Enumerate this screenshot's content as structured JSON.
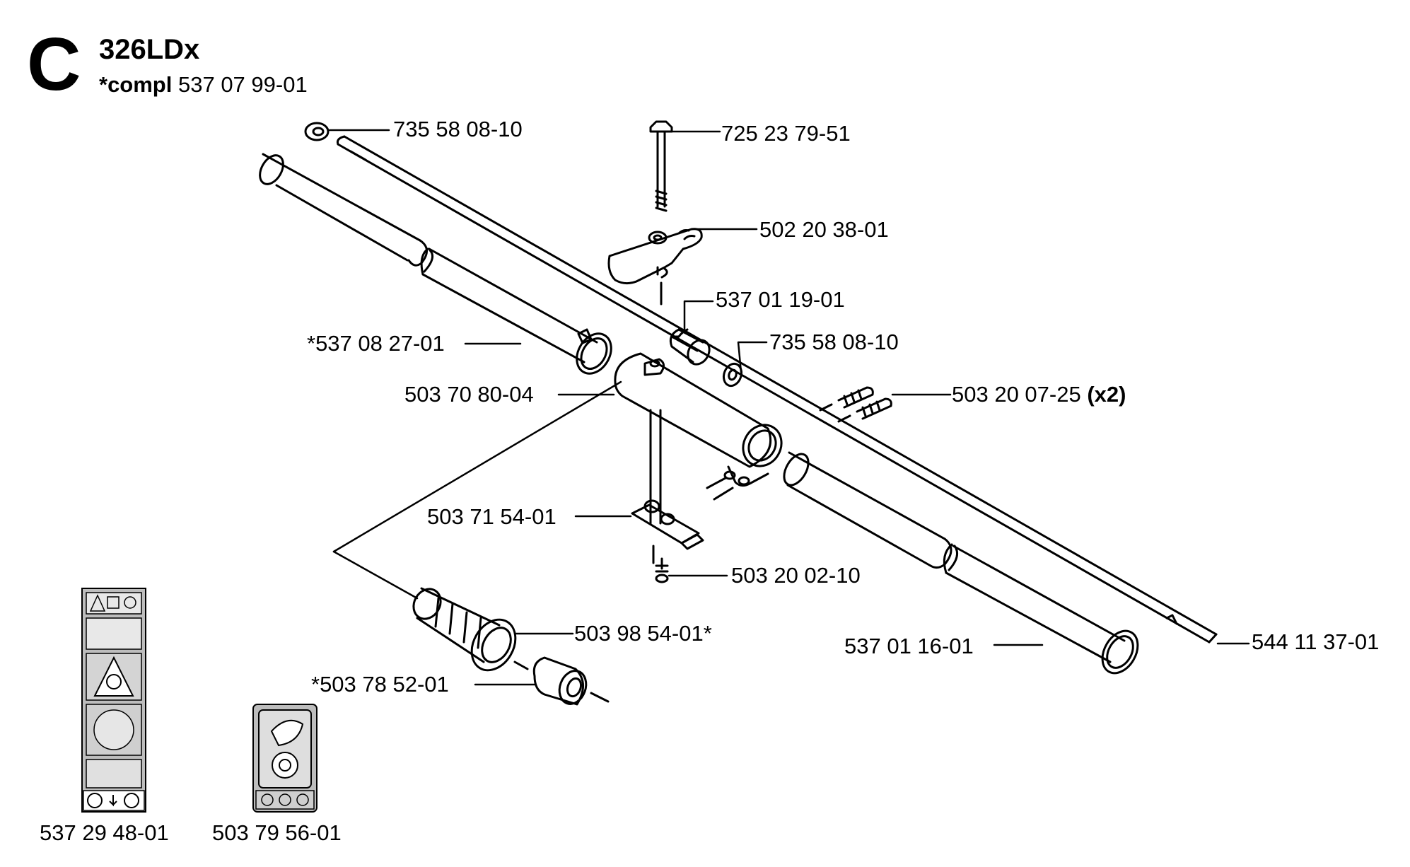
{
  "header": {
    "section_letter": "C",
    "model": "326LDx",
    "compl_prefix": "*compl",
    "compl_number": "537 07 99-01"
  },
  "parts": {
    "washer_top": "735 58 08-10",
    "bolt": "725 23 79-51",
    "wing_knob": "502 20 38-01",
    "bushing": "537 01 19-01",
    "washer_mid": "735 58 08-10",
    "upper_tube": "*537 08 27-01",
    "coupling": "503 70 80-04",
    "screws": "503 20 07-25",
    "screws_qty": "(x2)",
    "bracket": "503 71 54-01",
    "bracket_screw": "503 20 02-10",
    "grip": "503 98 54-01*",
    "ring": "*503 78 52-01",
    "lower_tube": "537 01 16-01",
    "drive_shaft": "544 11 37-01",
    "decal_left": "537 29 48-01",
    "decal_right": "503 79 56-01"
  }
}
